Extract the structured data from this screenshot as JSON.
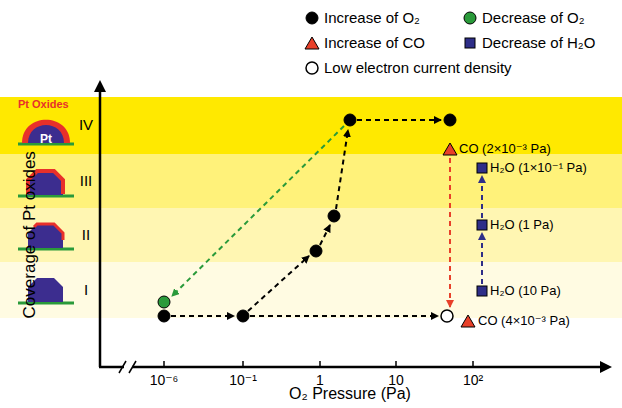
{
  "diagram": {
    "labels": [
      "Pt Oxides",
      "Pt",
      "IV",
      "III",
      "II",
      "I",
      "Coverage of Pt oxides",
      "O₂ Pressure (Pa)",
      "10⁻⁶",
      "10⁻¹",
      "1",
      "10",
      "10²",
      "CO (2×10⁻³ Pa)",
      "H₂O (1×10⁻¹ Pa)",
      "H₂O (1 Pa)",
      "H₂O (10 Pa)",
      "CO (4×10⁻³ Pa)"
    ],
    "legend": [
      {
        "text": "Increase of O₂"
      },
      {
        "text": "Decrease of O₂"
      },
      {
        "text": "Increase of CO"
      },
      {
        "text": "Decrease of H₂O"
      },
      {
        "text": "Low electron current density"
      }
    ]
  }
}
